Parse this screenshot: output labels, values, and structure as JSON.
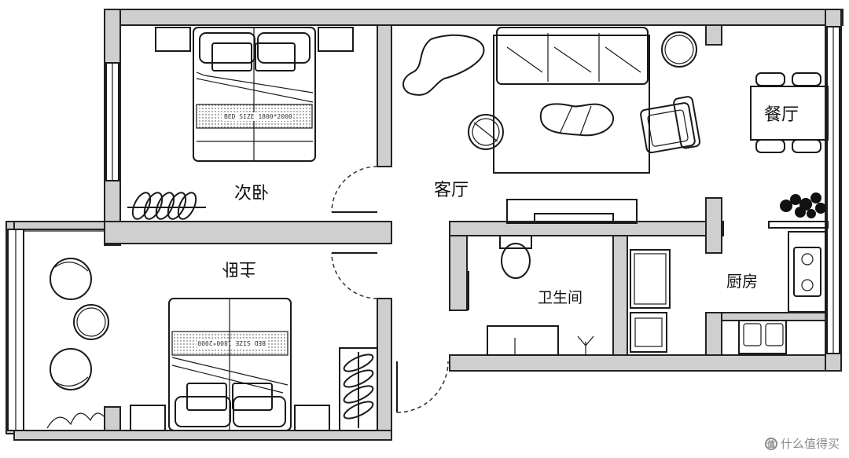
{
  "rooms": {
    "second_bedroom": "次卧",
    "living_room": "客厅",
    "dining_room": "餐厅",
    "master_bedroom": "主卧",
    "bathroom": "卫生间",
    "kitchen": "厨房"
  },
  "bed_size_top": "BED SIZE 1800*2000",
  "bed_size_bottom": "BED SIZE 1800*2000",
  "watermark": "什么值得买",
  "watermark_logo": "值"
}
